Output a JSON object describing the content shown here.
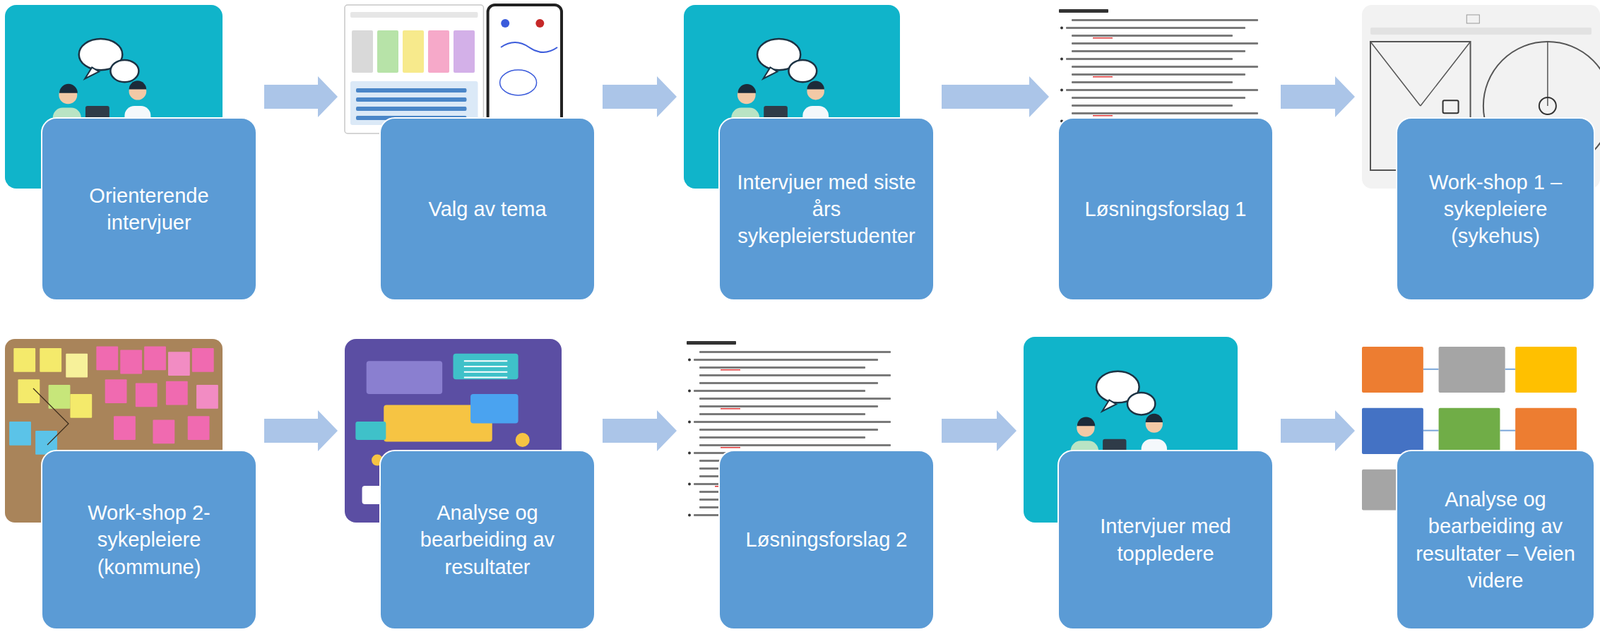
{
  "diagram": {
    "nodes": [
      {
        "text": [
          "Orienterende intervjuer"
        ]
      },
      {
        "text": [
          "Valg av tema"
        ]
      },
      {
        "text": [
          "Intervjuer med siste års sykepleierstudenter"
        ]
      },
      {
        "text": [
          "Løsningsforslag 1"
        ]
      },
      {
        "text": [
          "Work-shop 1 – sykepleiere (sykehus)"
        ]
      },
      {
        "text": [
          "Work-shop 2- sykepleiere (kommune)"
        ]
      },
      {
        "text": [
          "Analyse og bearbeiding av resultater"
        ]
      },
      {
        "text": [
          "Løsningsforslag 2"
        ]
      },
      {
        "text": [
          "Intervjuer med toppledere"
        ]
      },
      {
        "text": [
          "Analyse og bearbeiding av resultater – Veien videre"
        ]
      }
    ],
    "edges": [
      {
        "from": 0,
        "to": 1,
        "arrow": "to"
      },
      {
        "from": 1,
        "to": 2,
        "arrow": "to"
      },
      {
        "from": 2,
        "to": 3,
        "arrow": "to"
      },
      {
        "from": 3,
        "to": 4,
        "arrow": "to"
      },
      {
        "from": 5,
        "to": 6,
        "arrow": "to"
      },
      {
        "from": 6,
        "to": 7,
        "arrow": "to"
      },
      {
        "from": 7,
        "to": 8,
        "arrow": "to"
      },
      {
        "from": 8,
        "to": 9,
        "arrow": "to"
      }
    ]
  }
}
